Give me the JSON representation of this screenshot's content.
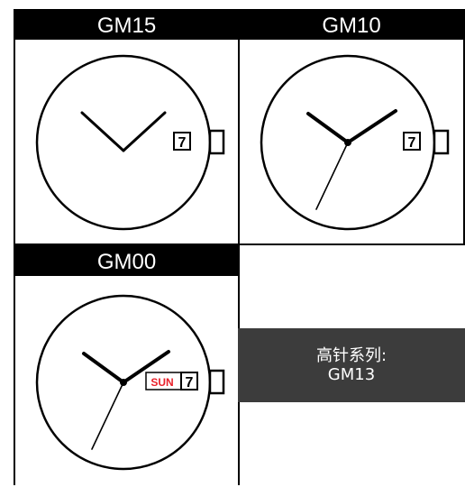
{
  "movements": [
    {
      "model": "GM15",
      "date": "7"
    },
    {
      "model": "GM10",
      "date": "7"
    },
    {
      "model": "GM00",
      "day": "SUN",
      "date": "7"
    }
  ],
  "note": {
    "line1": "高针系列:",
    "line2": "GM13"
  },
  "colors": {
    "header_bg": "#000000",
    "note_bg": "#3c3c3c",
    "day_text": "#e8202a"
  }
}
